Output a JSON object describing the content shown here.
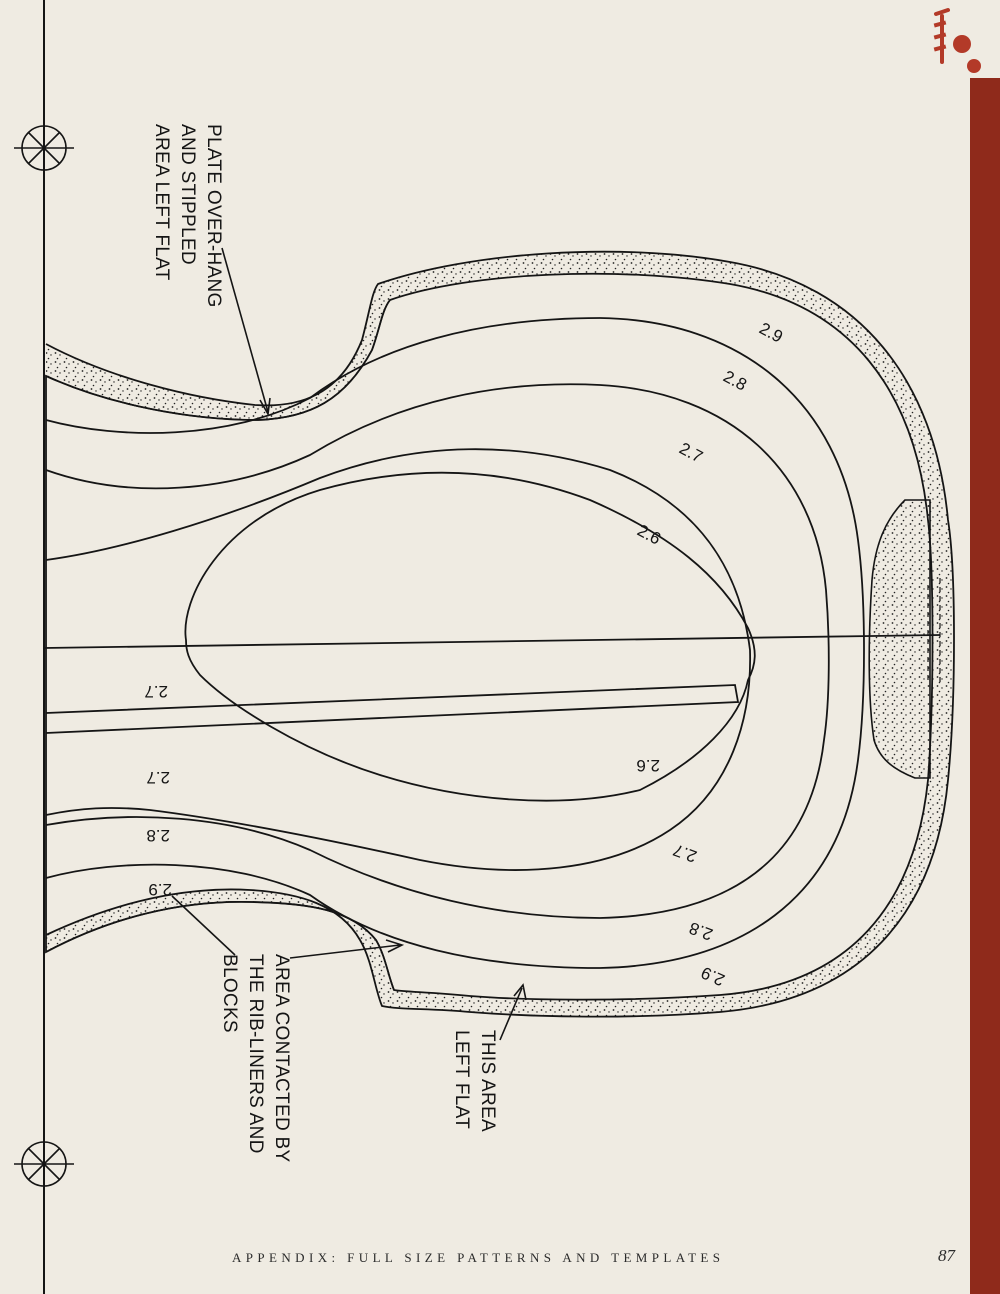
{
  "contours": [
    {
      "name": "contour-2.9-top",
      "label": "2.9"
    },
    {
      "name": "contour-2.8-top",
      "label": "2.8"
    },
    {
      "name": "contour-2.7-top",
      "label": "2.7"
    },
    {
      "name": "contour-2.6-top",
      "label": "2.6"
    },
    {
      "name": "contour-2.7-center-top",
      "label": "2.7"
    },
    {
      "name": "contour-2.6-bottom",
      "label": "2.6"
    },
    {
      "name": "contour-2.7-center-bottom",
      "label": "2.7"
    },
    {
      "name": "contour-2.8-left-bottom",
      "label": "2.8"
    },
    {
      "name": "contour-2.9-left-bottom",
      "label": "2.9"
    },
    {
      "name": "contour-2.7-bottom",
      "label": "2.7"
    },
    {
      "name": "contour-2.8-bottom",
      "label": "2.8"
    },
    {
      "name": "contour-2.9-bottom",
      "label": "2.9"
    }
  ],
  "annotations": {
    "overhang": [
      "PLATE OVER-HANG",
      "AND STIPPLED",
      "AREA LEFT FLAT"
    ],
    "ribliners": [
      "AREA CONTACTED BY",
      "THE RIB-LINERS AND",
      "BLOCKS"
    ],
    "leftflat": [
      "THIS AREA",
      "LEFT FLAT"
    ]
  },
  "footer": {
    "text": "APPENDIX: FULL SIZE PATTERNS AND TEMPLATES",
    "page_number": "87"
  },
  "colors": {
    "paper": "#efebe2",
    "ink": "#151515",
    "accent_band": "#8f2a1b"
  }
}
